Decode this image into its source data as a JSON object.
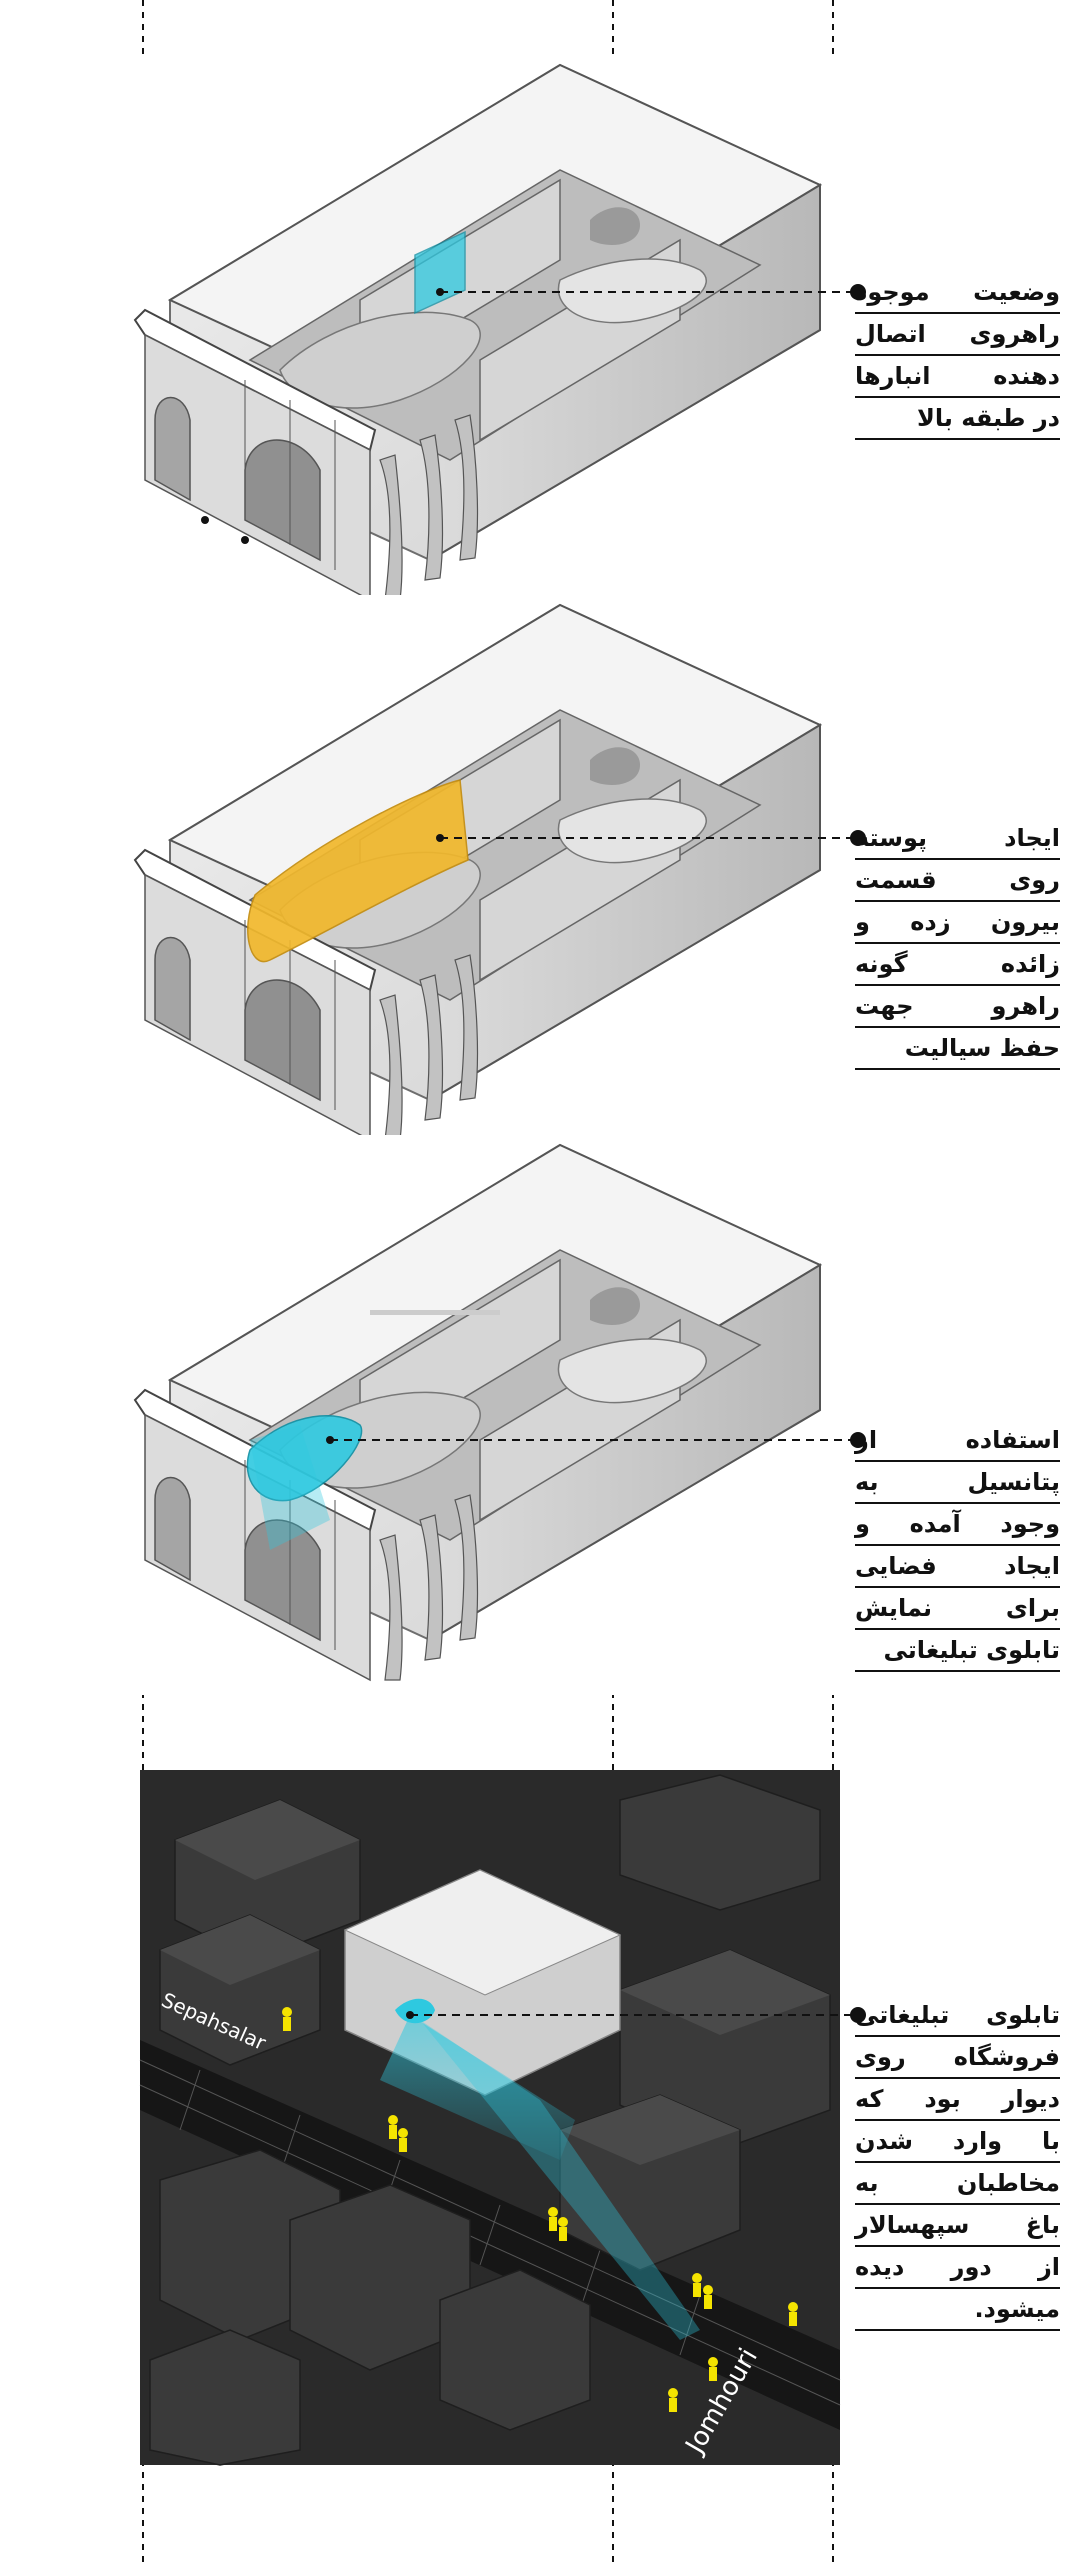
{
  "annotations": [
    {
      "lines": [
        "وضعیت موجود",
        "راهروی اتصال",
        "دهنده انبارها",
        "در طبقه بالا"
      ]
    },
    {
      "lines": [
        "ایجاد پوسته",
        "روی قسمت",
        "بیرون زده و",
        "زائده گونه",
        "راهرو جهت",
        "حفظ سیالیت"
      ]
    },
    {
      "lines": [
        "استفاده از",
        "پتانسیل به",
        "وجود آمده و",
        "ایجاد فضایی",
        "برای نمایش",
        "تابلوی تبلیغاتی"
      ]
    },
    {
      "lines": [
        "تابلوی تبلیغاتی",
        "فروشگاه روی",
        "دیوار بود که",
        "با وارد شدن",
        "مخاطبان به",
        "باغ سپهسالار",
        "از دور دیده",
        "میشود."
      ]
    }
  ],
  "streets": {
    "north": "Sepahsalar",
    "south": "Jomhouri"
  },
  "colors": {
    "highlight_cyan": "#2ec9e0",
    "shell_yellow": "#f1b82c",
    "person_yellow": "#f5e400",
    "map_dark": "#2a2a2a"
  }
}
